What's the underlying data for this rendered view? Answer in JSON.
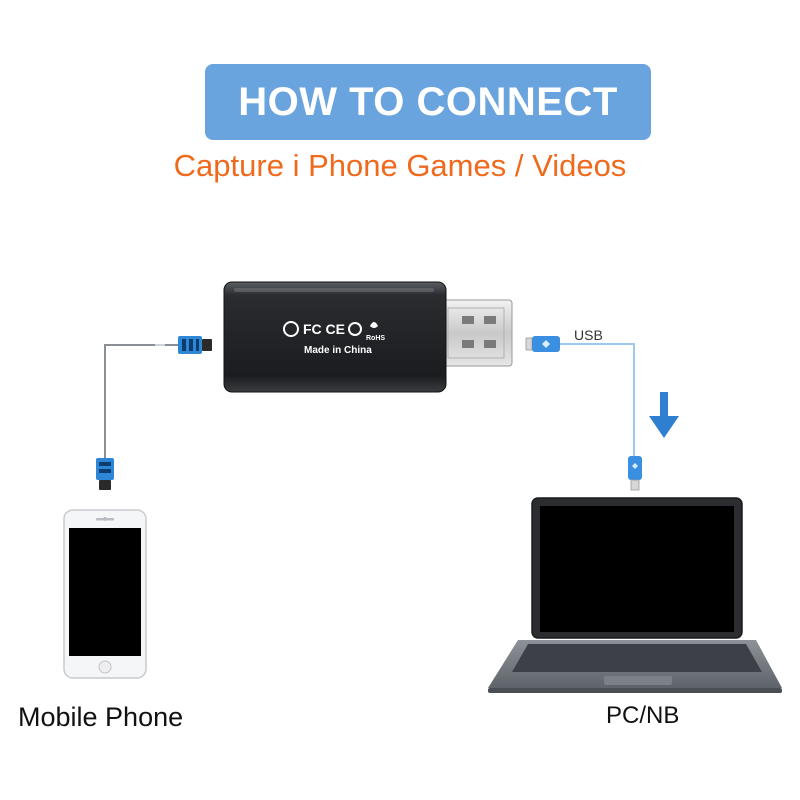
{
  "header": {
    "title": "HOW TO CONNECT",
    "subtitle": "Capture i Phone Games / Videos"
  },
  "device": {
    "marks": "FC CE",
    "rohs": "RoHS",
    "made_in": "Made in China"
  },
  "cable": {
    "usb_label": "USB"
  },
  "endpoints": {
    "mobile_label": "Mobile Phone",
    "pc_label": "PC/NB"
  },
  "colors": {
    "banner": "#6aa4df",
    "subtitle": "#f06a1e",
    "arrow": "#2f7fd0",
    "connector": "#3a8fe0",
    "cable_light": "#9fc8ec"
  },
  "icons": {
    "arrow": "down-arrow-icon",
    "capture_device": "usb-capture-dongle-icon",
    "phone": "smartphone-icon",
    "laptop": "laptop-icon"
  }
}
